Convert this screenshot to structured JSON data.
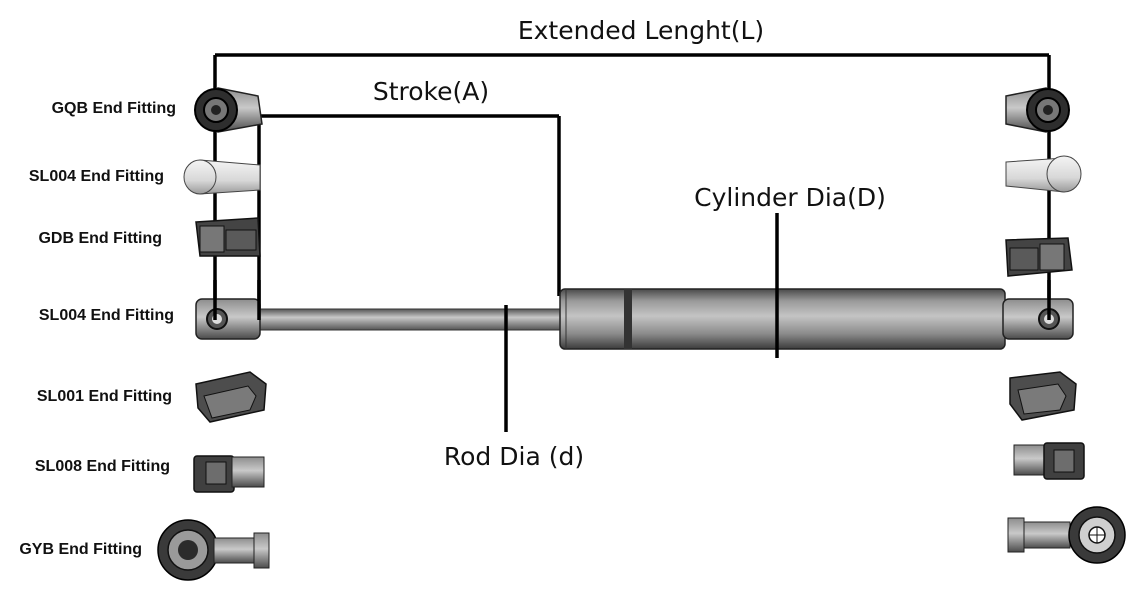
{
  "dimensions": {
    "extended_length": "Extended Lenght(L)",
    "stroke": "Stroke(A)",
    "cylinder_dia": "Cylinder Dia(D)",
    "rod_dia": "Rod Dia (d)"
  },
  "fittings": [
    {
      "label": "GQB  End Fitting"
    },
    {
      "label": "SL004 End Fitting"
    },
    {
      "label": "GDB  End Fitting"
    },
    {
      "label": "SL004  End Fitting"
    },
    {
      "label": "SL001 End Fitting"
    },
    {
      "label": "SL008  End Fitting"
    },
    {
      "label": "GYB  End Fitting"
    }
  ],
  "colors": {
    "line": "#000000",
    "body_dark": "#555555",
    "body_light": "#bdbdbd",
    "part_dark": "#3a3a3a"
  }
}
